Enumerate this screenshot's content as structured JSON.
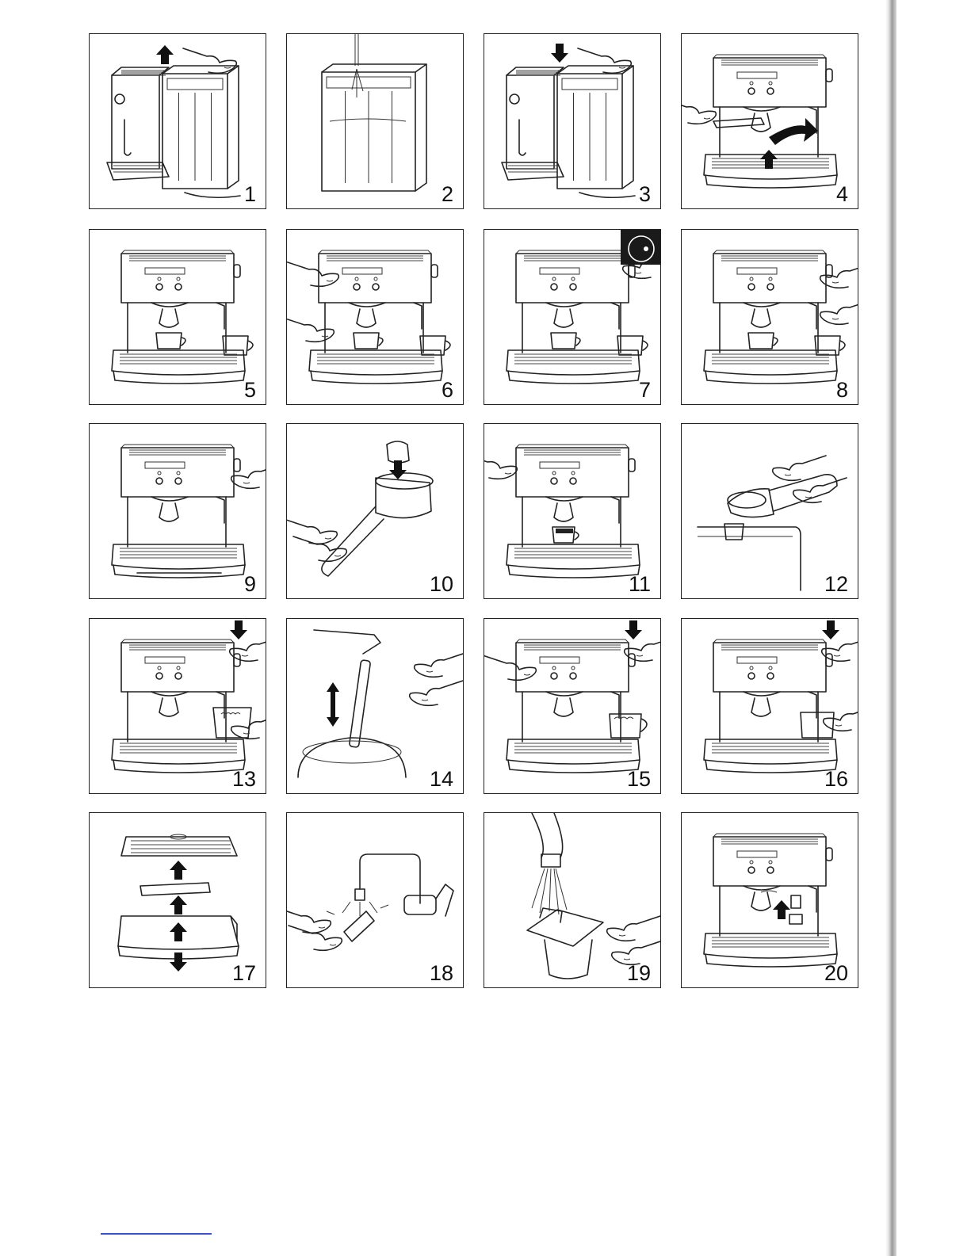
{
  "figures": [
    {
      "number": "1",
      "icon": "remove-water-tank-icon"
    },
    {
      "number": "2",
      "icon": "fill-water-tank-icon"
    },
    {
      "number": "3",
      "icon": "insert-water-tank-icon"
    },
    {
      "number": "4",
      "icon": "attach-filter-holder-icon"
    },
    {
      "number": "5",
      "icon": "preheat-cups-icon"
    },
    {
      "number": "6",
      "icon": "press-button-icon"
    },
    {
      "number": "7",
      "icon": "steam-knob-icon"
    },
    {
      "number": "8",
      "icon": "press-button-icon"
    },
    {
      "number": "9",
      "icon": "brew-button-icon"
    },
    {
      "number": "10",
      "icon": "insert-capsule-icon"
    },
    {
      "number": "11",
      "icon": "brew-espresso-icon"
    },
    {
      "number": "12",
      "icon": "eject-capsule-icon"
    },
    {
      "number": "13",
      "icon": "froth-milk-icon"
    },
    {
      "number": "14",
      "icon": "steam-wand-icon"
    },
    {
      "number": "15",
      "icon": "steam-button-icon"
    },
    {
      "number": "16",
      "icon": "hot-water-icon"
    },
    {
      "number": "17",
      "icon": "drip-tray-icon"
    },
    {
      "number": "18",
      "icon": "rinse-filter-holder-icon"
    },
    {
      "number": "19",
      "icon": "rinse-capsule-holder-icon"
    },
    {
      "number": "20",
      "icon": "reinsert-part-icon"
    }
  ],
  "colors": {
    "line": "#222222",
    "footer_rule": "#3a4fd0"
  }
}
